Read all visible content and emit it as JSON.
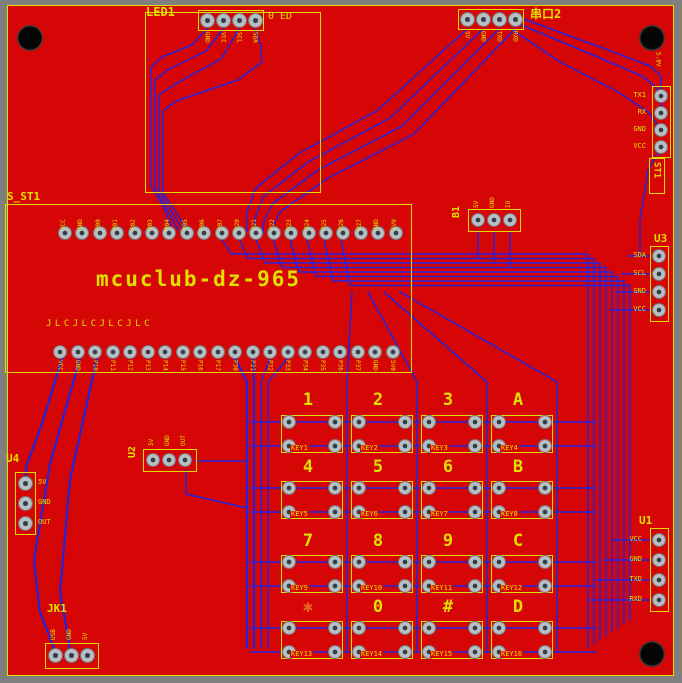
{
  "board": {
    "name": "mcuclub-dz-965",
    "watermark": "JLCJLCJLCJLC",
    "colors": {
      "background": "#7f7f7f",
      "board": "#d60606",
      "silk": "#e0e000",
      "trace": "#2323dd",
      "pad_ring": "#b6bfc3",
      "pad_hole": "#333e48",
      "star": "#e8641e"
    }
  },
  "headers": {
    "led1": {
      "label": "LED1",
      "note": "0 ED",
      "pins": [
        "GND",
        "VCC",
        "SCL",
        "SDA"
      ]
    },
    "serial2": {
      "label": "串口2",
      "pins": [
        "5V",
        "GND",
        "TXD",
        "RXD"
      ]
    },
    "st1": {
      "label": "ST1",
      "note": "5.0V",
      "pins": [
        "TX1",
        "RX",
        "GND",
        "VCC"
      ]
    },
    "s_st1": {
      "label": "S_ST1",
      "top_pins": [
        "VCC",
        "GND",
        "P00",
        "P01",
        "P02",
        "P03",
        "P04",
        "P05",
        "P06",
        "P07",
        "P20",
        "P21",
        "P22",
        "P23",
        "P24",
        "P25",
        "P26",
        "P27",
        "GND",
        "5V0"
      ],
      "bottom_pins": [
        "VCC",
        "GND",
        "P10",
        "P11",
        "P12",
        "P13",
        "P14",
        "P15",
        "P16",
        "P17",
        "P30",
        "P31",
        "P32",
        "P33",
        "P34",
        "P35",
        "P36",
        "P37",
        "GND",
        "5V0"
      ]
    },
    "b1": {
      "label": "B1",
      "pins": [
        "5V",
        "GND",
        "IO"
      ]
    },
    "u1": {
      "label": "U1",
      "pins": [
        "VCC",
        "GND",
        "TXD",
        "RXD"
      ]
    },
    "u2": {
      "label": "U2",
      "pins": [
        "5V",
        "GND",
        "OUT"
      ]
    },
    "u3": {
      "label": "U3",
      "pins": [
        "SDA",
        "SCL",
        "GND",
        "VCC"
      ]
    },
    "u4": {
      "label": "U4",
      "pins": [
        "5V",
        "GND",
        "OUT"
      ]
    },
    "jk1": {
      "label": "JK1",
      "pins": [
        "USB",
        "GND",
        "5V"
      ]
    }
  },
  "keypad": {
    "symbols": [
      "1",
      "2",
      "3",
      "A",
      "4",
      "5",
      "6",
      "B",
      "7",
      "8",
      "9",
      "C",
      "✱",
      "0",
      "#",
      "D"
    ],
    "keys": [
      "KEY1",
      "KEY2",
      "KEY3",
      "KEY4",
      "KEY5",
      "KEY6",
      "KEY7",
      "KEY8",
      "KEY9",
      "KEY10",
      "KEY11",
      "KEY12",
      "KEY13",
      "KEY14",
      "KEY15",
      "KEY16"
    ]
  }
}
